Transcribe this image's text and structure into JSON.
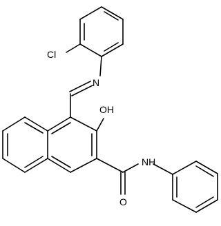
{
  "structure": {
    "atom_labels": {
      "chlorine": "Cl",
      "imine_nitrogen": "N",
      "hydroxyl": "OH",
      "carbonyl_oxygen": "O",
      "amide_nitrogen": "N",
      "amide_hydrogen": "H"
    }
  },
  "colors": {
    "bond": "#000000",
    "label": "#000000",
    "background": "#ffffff"
  }
}
